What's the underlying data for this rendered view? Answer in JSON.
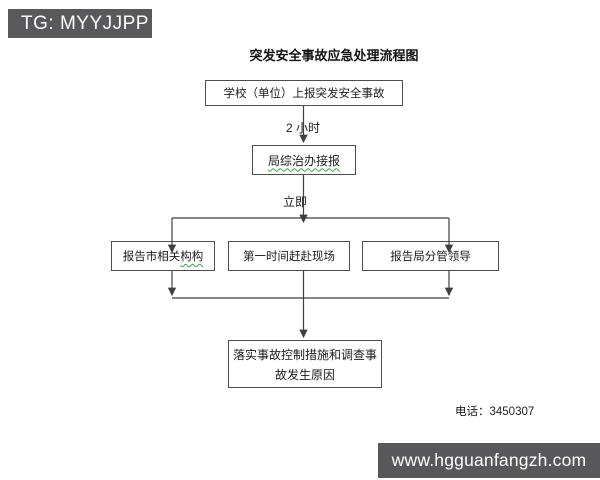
{
  "overlay": {
    "badge_text": "TG: MYYJJPP",
    "watermark_text": "www.hgguanfangzh.com"
  },
  "title": "突发安全事故应急处理流程图",
  "nodes": {
    "school_report": "学校（单位）上报突发安全事故",
    "office_receive": "局综治办接报",
    "report_city_main": "报告市相关",
    "report_city_flagged": "构构",
    "rush_scene": "第一时间赶赴现场",
    "report_leader": "报告局分管领导",
    "implement_line1": "落实事故控制措施和调查事",
    "implement_line2": "故发生原因"
  },
  "edge_labels": {
    "two_hours": "2 小时",
    "immediately": "立即"
  },
  "footer": {
    "phone": "电话：3450307"
  },
  "colors": {
    "line": "#3f3f3f",
    "overlay_bg": "#59595b",
    "spellcheck_underline": "#3fa34d"
  }
}
